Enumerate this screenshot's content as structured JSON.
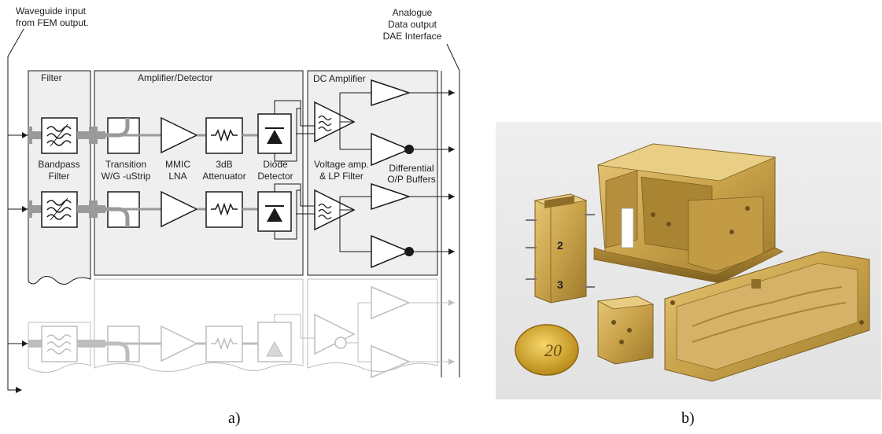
{
  "figure_a": {
    "input_label_line1": "Waveguide input",
    "input_label_line2": "from FEM output.",
    "output_label_line1": "Analogue",
    "output_label_line2": "Data output",
    "output_label_line3": "DAE Interface",
    "section_filter": "Filter",
    "section_amp_detector": "Amplifier/Detector",
    "section_dc_amp": "DC Amplifier",
    "bandpass_line1": "Bandpass",
    "bandpass_line2": "Filter",
    "transition_line1": "Transition",
    "transition_line2": "W/G -uStrip",
    "mmic_line1": "MMIC",
    "mmic_line2": "LNA",
    "atten_line1": "3dB",
    "atten_line2": "Attenuator",
    "diode_line1": "Diode",
    "diode_line2": "Detector",
    "vamp_line1": "Voltage amp.",
    "vamp_line2": "& LP Filter",
    "buffers_line1": "Differential",
    "buffers_line2": "O/P Buffers"
  },
  "figure_b": {
    "part_label_2": "2",
    "part_label_3": "3",
    "coin_value": "20"
  },
  "captions": {
    "a": "a)",
    "b": "b)"
  },
  "colors": {
    "line": "#1a1a1a",
    "panel_fill": "#efefef",
    "faded": "#bdbdbd",
    "waveguide": "#9a9a9a",
    "brass": "#c9a24a"
  }
}
